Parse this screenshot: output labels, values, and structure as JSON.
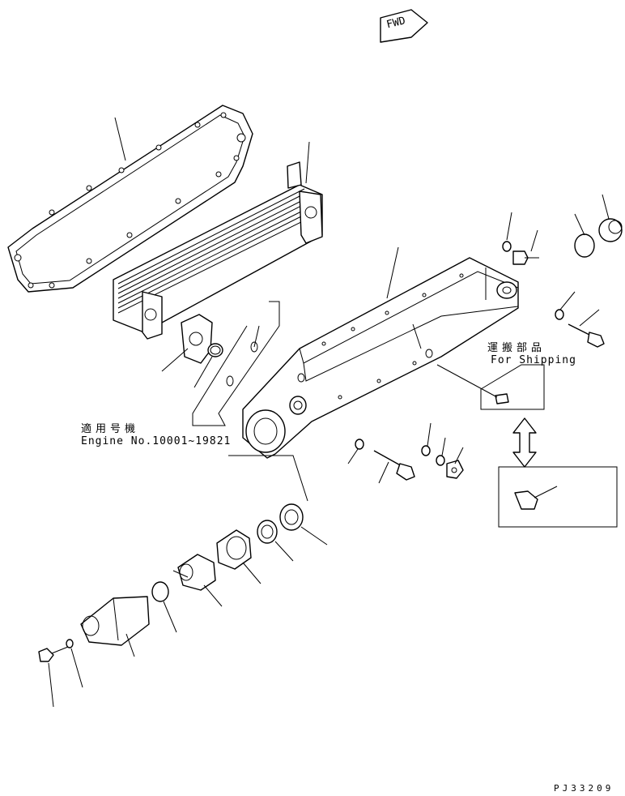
{
  "direction_marker": {
    "label": "FWD",
    "icon": "forward-arrow-icon"
  },
  "applicability_note": {
    "jp": "適用号機",
    "en": "Engine No.10001~19821"
  },
  "shipping_note": {
    "jp": "運搬部品",
    "en": "For Shipping"
  },
  "drawing_code": "PJ33209",
  "colors": {
    "line": "#000000",
    "background": "#ffffff"
  }
}
